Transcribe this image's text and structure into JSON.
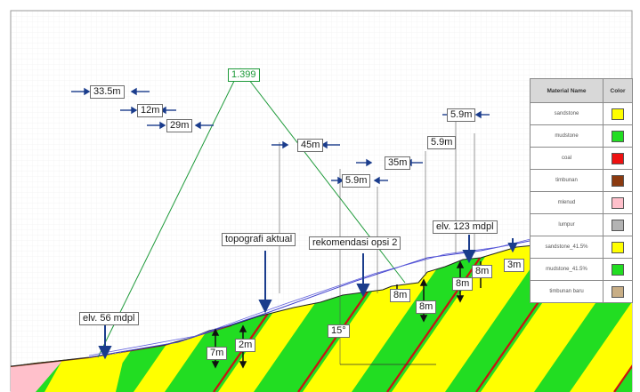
{
  "legend": {
    "header_name": "Material Name",
    "header_color": "Color",
    "rows": [
      {
        "name": "sandstone",
        "color": "#ffff00"
      },
      {
        "name": "mudstone",
        "color": "#22dd22"
      },
      {
        "name": "coal",
        "color": "#ee1111"
      },
      {
        "name": "timbunan",
        "color": "#8b3a10"
      },
      {
        "name": "mlenud",
        "color": "#ffc0cb"
      },
      {
        "name": "lumpur",
        "color": "#b3b3b3"
      },
      {
        "name": "sandstone_41.5%",
        "color": "#ffff00"
      },
      {
        "name": "mudstone_41.5%",
        "color": "#22dd22"
      },
      {
        "name": "timbunan baru",
        "color": "#c8ae86"
      }
    ]
  },
  "fos_label": "1.399",
  "dimensions": {
    "d1": "33.5m",
    "d2": "12m",
    "d3": "29m",
    "d4": "45m",
    "d5": "35m",
    "d6": "5.9m",
    "d7": "5.9m",
    "d8": "5.9m"
  },
  "heights": {
    "h1": "7m",
    "h2": "2m",
    "h3": "8m",
    "h4": "8m",
    "h5": "8m",
    "h6": "8m",
    "h7": "3m"
  },
  "annotations": {
    "elv_low": "elv. 56 mdpl",
    "elv_high": "elv. 123 mdpl",
    "topo": "topografi aktual",
    "rekom": "rekomendasi opsi 2",
    "angle": "15°"
  }
}
